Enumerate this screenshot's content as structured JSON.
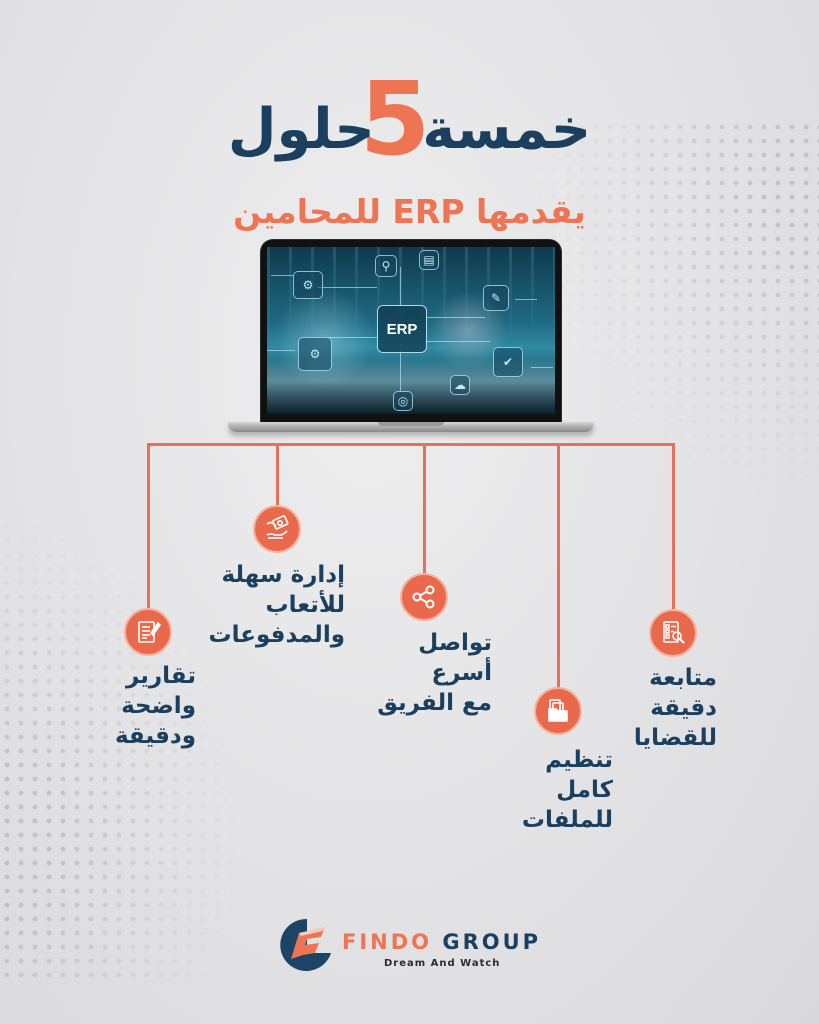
{
  "colors": {
    "accent_orange": "#EE7553",
    "navy": "#1B3F5E",
    "connector": "#E47158",
    "icon_fill": "#E8694C",
    "background": "#E3E3E5"
  },
  "header": {
    "number": "5",
    "title": "خمسة حلول",
    "subtitle": "يقدمها ERP للمحامين"
  },
  "laptop": {
    "screen_label": "ERP"
  },
  "solutions": [
    {
      "id": "reports",
      "icon": "document-pen-icon",
      "lines": [
        "تقارير",
        "واضحة",
        "ودقيقة"
      ]
    },
    {
      "id": "payments",
      "icon": "money-hand-icon",
      "lines": [
        "إدارة سهلة",
        "للأتعاب",
        "والمدفوعات"
      ]
    },
    {
      "id": "communication",
      "icon": "share-nodes-icon",
      "lines": [
        "تواصل",
        "أسرع",
        "مع الفريق"
      ]
    },
    {
      "id": "files",
      "icon": "folder-files-icon",
      "lines": [
        "تنظيم",
        "كامل",
        "للملفات"
      ]
    },
    {
      "id": "cases",
      "icon": "checklist-search-icon",
      "lines": [
        "متابعة",
        "دقيقة",
        "للقضايا"
      ]
    }
  ],
  "footer": {
    "brand_part1": "FINDO",
    "brand_part2": "GROUP",
    "tagline": "Dream And Watch"
  }
}
